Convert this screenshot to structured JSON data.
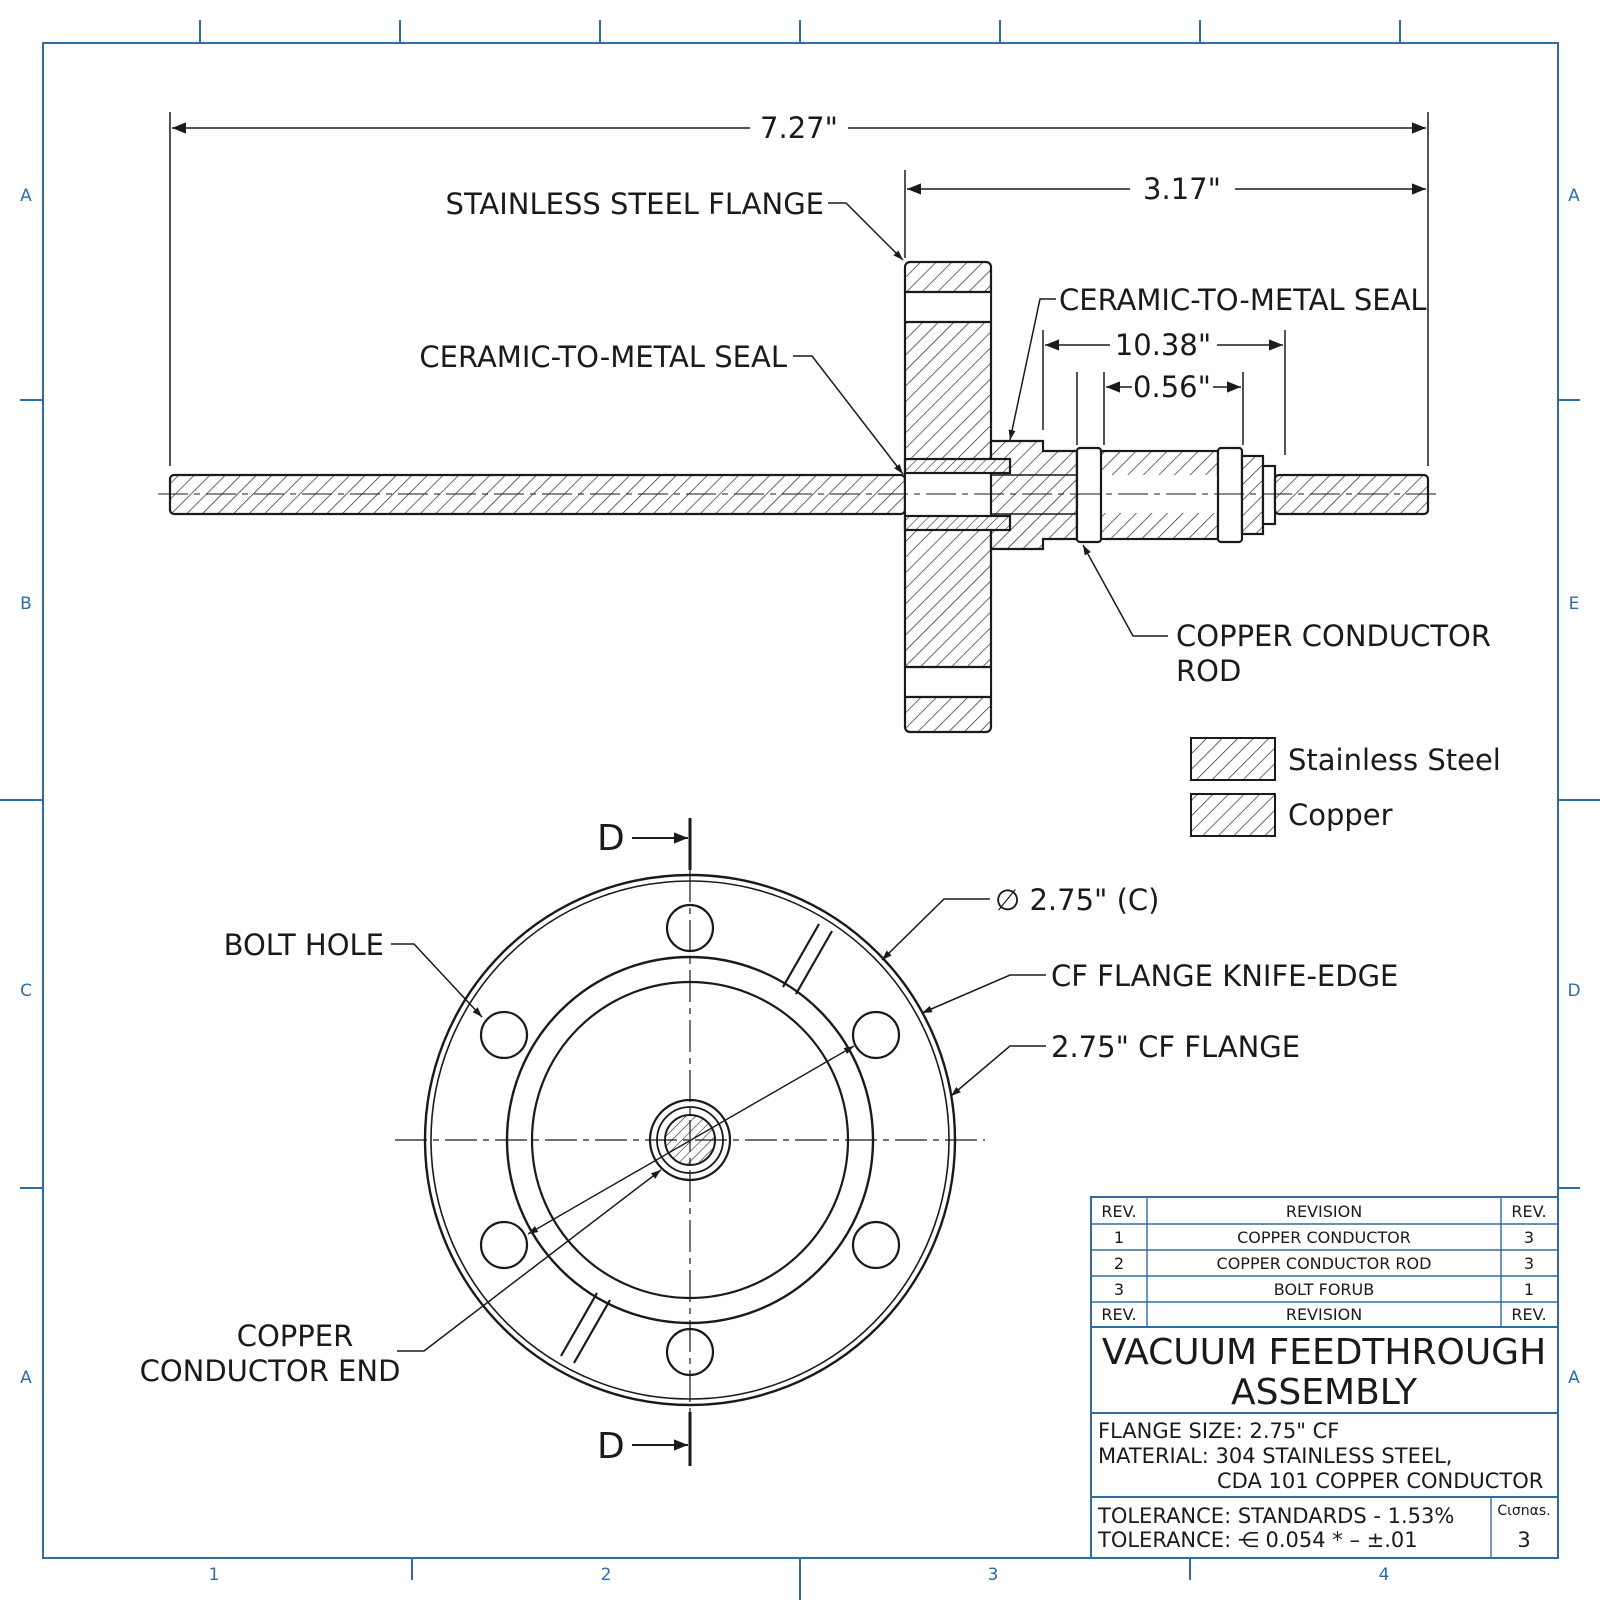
{
  "frame": {
    "row_labels_left": [
      "A",
      "B",
      "C",
      "A"
    ],
    "row_labels_right": [
      "A",
      "E",
      "D",
      "A"
    ],
    "col_labels_bottom": [
      "1",
      "2",
      "3",
      "4"
    ]
  },
  "side_view": {
    "dim_overall": "7.27\"",
    "dim_right": "3.17\"",
    "dim_sleeve": "10.38\"",
    "dim_collar": "0.56\"",
    "label_flange": "STAINLESS STEEL FLANGE",
    "label_seal_left": "CERAMIC-TO-METAL SEAL",
    "label_seal_right": "CERAMIC-TO-METAL SEAL",
    "label_rod_line1": "COPPER CONDUCTOR",
    "label_rod_line2": "ROD"
  },
  "legend": {
    "items": [
      {
        "label": "Stainless Steel"
      },
      {
        "label": "Copper"
      }
    ]
  },
  "front_view": {
    "section_mark": "D",
    "label_diameter": "∅ 2.75\" (C)",
    "label_knife_edge": "CF FLANGE KNIFE-EDGE",
    "label_flange": "2.75\" CF FLANGE",
    "label_bolt_hole": "BOLT HOLE",
    "label_end_line1": "COPPER",
    "label_end_line2": "CONDUCTOR END"
  },
  "title_block": {
    "revisions": {
      "headers": [
        "REV.",
        "REVISION",
        "REV."
      ],
      "rows": [
        [
          "1",
          "COPPER CONDUCTOR",
          "3"
        ],
        [
          "2",
          "COPPER CONDUCTOR ROD",
          "3"
        ],
        [
          "3",
          "BOLT FORUB",
          "1"
        ]
      ],
      "footer": [
        "REV.",
        "REVISION",
        "REV."
      ]
    },
    "title_line1": "VACUUM FEEDTHROUGH",
    "title_line2": "ASSEMBLY",
    "spec_line1": "FLANGE SIZE: 2.75\" CF",
    "spec_line2": "MATERIAL: 304 STAINLESS STEEL,",
    "spec_line3": "CDA 101 COPPER CONDUCTOR",
    "tolerance_line1": "TOLERANCE: STANDARDS - 1.53%",
    "tolerance_line2": "TOLERANCE: ⋲ 0.054 * – ±.01",
    "sheet_label": "Cισnαs.",
    "sheet_value": "3"
  },
  "colors": {
    "frame": "#2e6da4",
    "ink": "#1a1a1a",
    "background": "#ffffff"
  }
}
